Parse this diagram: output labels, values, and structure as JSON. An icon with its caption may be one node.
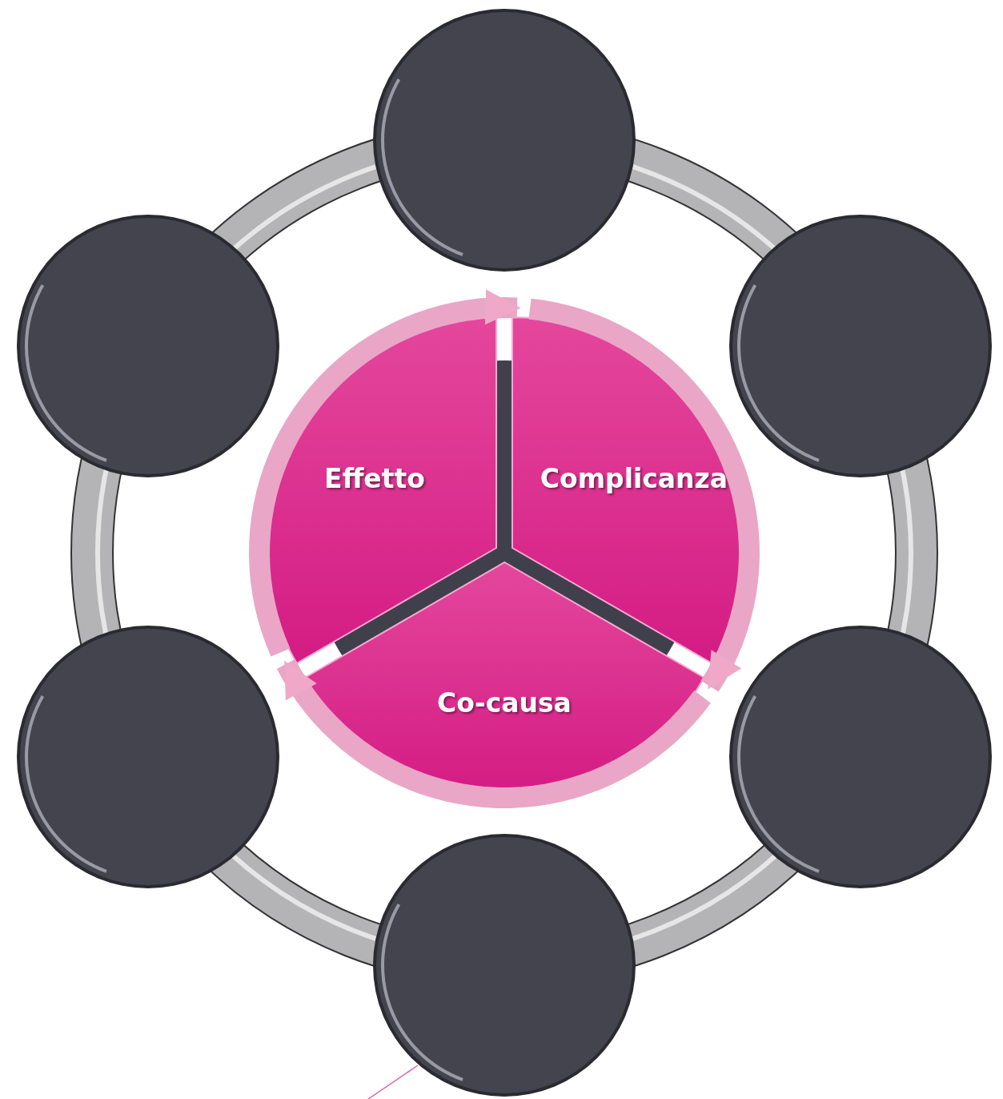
{
  "diagram": {
    "nodes": [
      {
        "text": [],
        "shape": "circle"
      },
      {
        "text": [],
        "shape": "circle"
      },
      {
        "text": [],
        "shape": "circle"
      },
      {
        "text": [],
        "shape": "circle"
      },
      {
        "text": [],
        "shape": "circle"
      },
      {
        "text": [],
        "shape": "circle"
      },
      {
        "text": [
          "Effetto"
        ]
      },
      {
        "text": [
          "Complicanza"
        ]
      },
      {
        "text": [
          "Co-causa"
        ]
      }
    ],
    "edges": [
      {
        "from": 6,
        "to": 7,
        "arrow": "to"
      },
      {
        "from": 7,
        "to": 8,
        "arrow": "to"
      },
      {
        "from": 8,
        "to": 6,
        "arrow": "to"
      }
    ]
  }
}
